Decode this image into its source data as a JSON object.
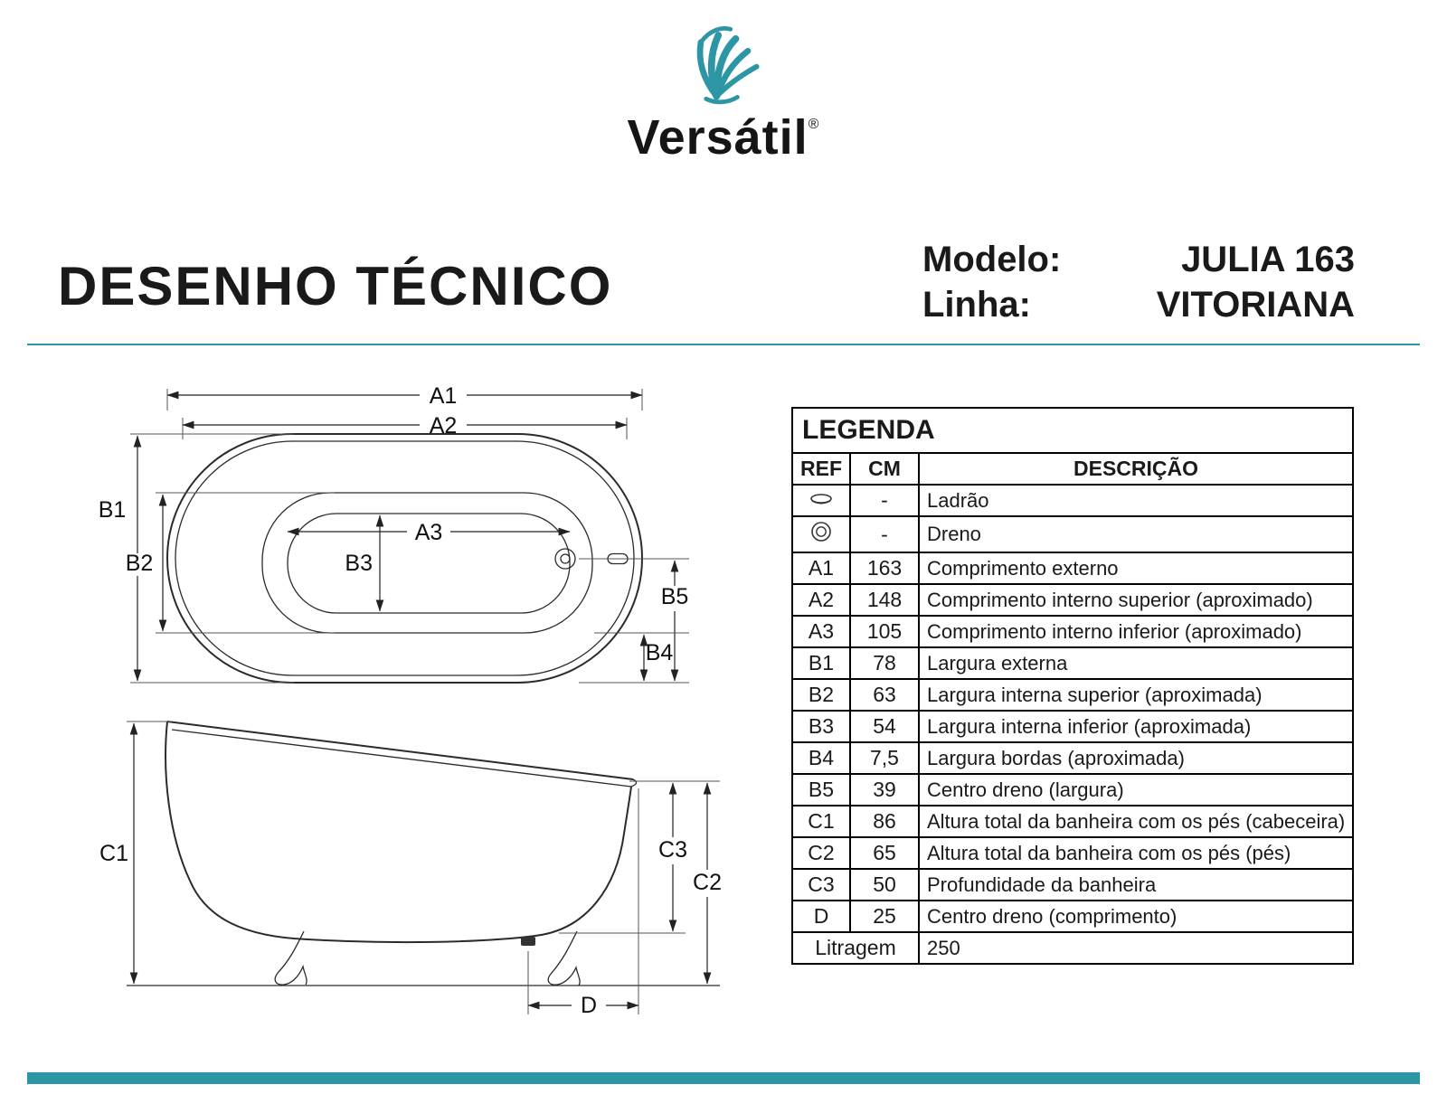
{
  "brand": {
    "name": "Versátil",
    "registered": "®"
  },
  "colors": {
    "accent": "#2D96A4",
    "ink": "#1a1a1a"
  },
  "header": {
    "title": "DESENHO TÉCNICO",
    "model_label": "Modelo:",
    "model_value": "JULIA 163",
    "line_label": "Linha:",
    "line_value": "VITORIANA"
  },
  "drawing": {
    "top_view": {
      "labels": {
        "a1": "A1",
        "a2": "A2",
        "a3": "A3",
        "b1": "B1",
        "b2": "B2",
        "b3": "B3",
        "b4": "B4",
        "b5": "B5"
      }
    },
    "side_view": {
      "labels": {
        "c1": "C1",
        "c2": "C2",
        "c3": "C3",
        "d": "D"
      }
    }
  },
  "legend": {
    "title": "LEGENDA",
    "columns": [
      "REF",
      "CM",
      "DESCRIÇÃO"
    ],
    "rows": [
      {
        "ref_icon": "overflow-icon",
        "cm": "-",
        "desc": "Ladrão"
      },
      {
        "ref_icon": "drain-icon",
        "cm": "-",
        "desc": "Dreno"
      },
      {
        "ref": "A1",
        "cm": "163",
        "desc": "Comprimento externo"
      },
      {
        "ref": "A2",
        "cm": "148",
        "desc": "Comprimento interno superior (aproximado)"
      },
      {
        "ref": "A3",
        "cm": "105",
        "desc": "Comprimento interno inferior (aproximado)"
      },
      {
        "ref": "B1",
        "cm": "78",
        "desc": "Largura externa"
      },
      {
        "ref": "B2",
        "cm": "63",
        "desc": "Largura interna superior (aproximada)"
      },
      {
        "ref": "B3",
        "cm": "54",
        "desc": "Largura interna inferior (aproximada)"
      },
      {
        "ref": "B4",
        "cm": "7,5",
        "desc": "Largura bordas (aproximada)"
      },
      {
        "ref": "B5",
        "cm": "39",
        "desc": "Centro dreno (largura)"
      },
      {
        "ref": "C1",
        "cm": "86",
        "desc": "Altura total da banheira com os pés (cabeceira)"
      },
      {
        "ref": "C2",
        "cm": "65",
        "desc": "Altura total da banheira com os pés (pés)"
      },
      {
        "ref": "C3",
        "cm": "50",
        "desc": "Profundidade da banheira"
      },
      {
        "ref": "D",
        "cm": "25",
        "desc": "Centro dreno (comprimento)"
      }
    ],
    "footer": {
      "label": "Litragem",
      "value": "250"
    }
  }
}
